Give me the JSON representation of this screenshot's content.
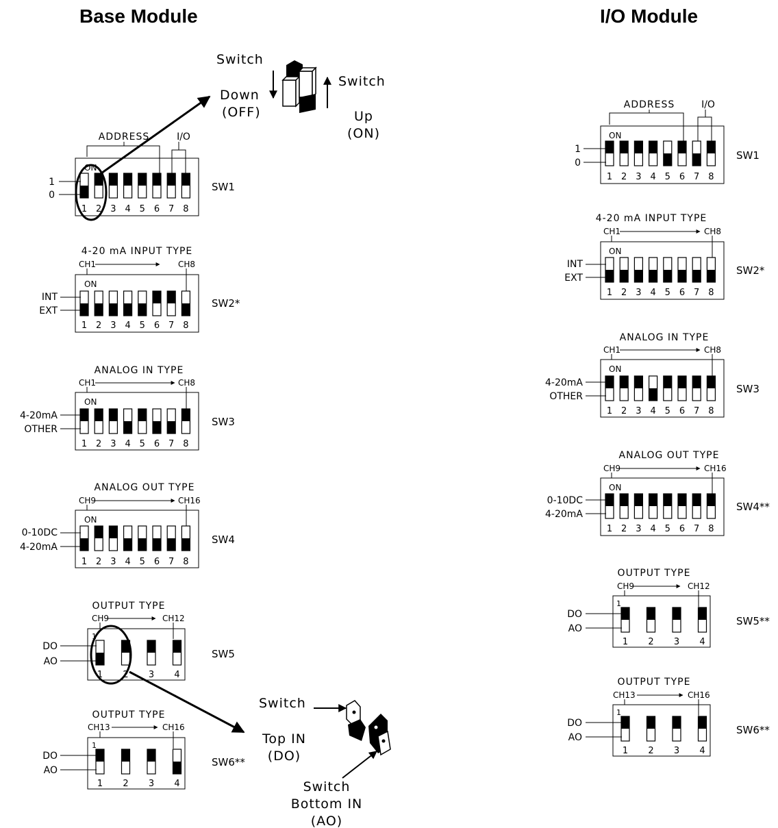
{
  "titles": {
    "base": "Base Module",
    "io": "I/O Module"
  },
  "switch_side_labels": {
    "one": "1",
    "zero": "0",
    "int": "INT",
    "ext": "EXT",
    "ma": "4-20mA",
    "other": "OTHER",
    "dc": "0-10DC",
    "do": "DO",
    "ao": "AO"
  },
  "group_labels": {
    "address": "ADDRESS",
    "io": "I/O",
    "on": "ON",
    "input_type": "4-20 mA INPUT TYPE",
    "analog_in": "ANALOG IN TYPE",
    "analog_out": "ANALOG OUT TYPE",
    "output_type": "OUTPUT TYPE",
    "ch1": "CH1",
    "ch8": "CH8",
    "ch9": "CH9",
    "ch12": "CH12",
    "ch13": "CH13",
    "ch16": "CH16"
  },
  "base_switches": [
    {
      "name": "SW1",
      "pos": [
        "0",
        "1",
        "1",
        "1",
        "1",
        "1",
        "1",
        "1"
      ]
    },
    {
      "name": "SW2*",
      "pos": [
        "0",
        "0",
        "0",
        "0",
        "0",
        "1",
        "1",
        "0"
      ]
    },
    {
      "name": "SW3",
      "pos": [
        "1",
        "1",
        "1",
        "0",
        "1",
        "0",
        "0",
        "1"
      ]
    },
    {
      "name": "SW4",
      "pos": [
        "0",
        "1",
        "1",
        "0",
        "0",
        "0",
        "0",
        "0"
      ]
    },
    {
      "name": "SW5",
      "pos": [
        "0",
        "1",
        "1",
        "1"
      ]
    },
    {
      "name": "SW6**",
      "pos": [
        "1",
        "1",
        "1",
        "0"
      ]
    }
  ],
  "io_switches": [
    {
      "name": "SW1",
      "pos": [
        "1",
        "1",
        "1",
        "1",
        "0",
        "1",
        "0",
        "1"
      ]
    },
    {
      "name": "SW2*",
      "pos": [
        "0",
        "0",
        "0",
        "0",
        "0",
        "0",
        "0",
        "0"
      ]
    },
    {
      "name": "SW3",
      "pos": [
        "1",
        "1",
        "1",
        "0",
        "1",
        "1",
        "1",
        "1"
      ]
    },
    {
      "name": "SW4**",
      "pos": [
        "1",
        "1",
        "1",
        "1",
        "1",
        "1",
        "1",
        "1"
      ]
    },
    {
      "name": "SW5**",
      "pos": [
        "1",
        "1",
        "1",
        "1"
      ]
    },
    {
      "name": "SW6**",
      "pos": [
        "1",
        "1",
        "1",
        "1"
      ]
    }
  ],
  "callouts": {
    "dip": {
      "switch_left": "Switch",
      "down": "Down",
      "off": "(OFF)",
      "switch_right": "Switch",
      "up": "Up",
      "on": "(ON)"
    },
    "slide": {
      "switch_top": "Switch",
      "top_in": "Top IN",
      "do": "(DO)",
      "switch_bottom": "Switch",
      "bottom_in": "Bottom IN",
      "ao": "(AO)"
    }
  }
}
